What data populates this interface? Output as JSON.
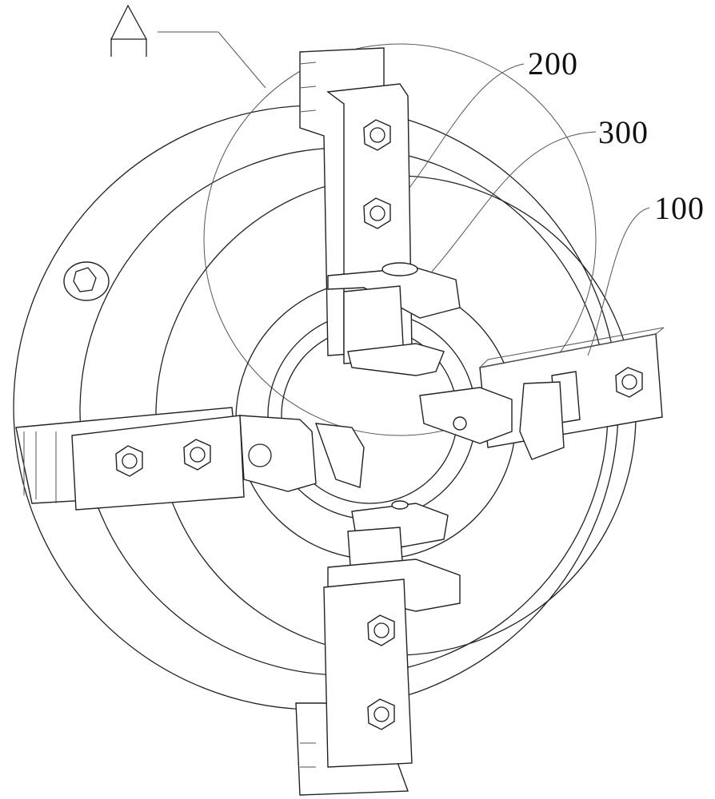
{
  "figure": {
    "labels": {
      "chuck_body": "100",
      "jaw": "200",
      "clamp": "300"
    },
    "colors": {
      "line": "#222222",
      "background": "#ffffff"
    }
  }
}
